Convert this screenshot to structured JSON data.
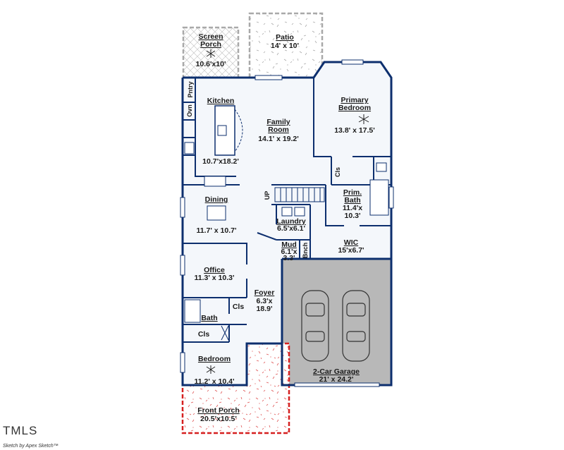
{
  "rooms": {
    "screen_porch": {
      "name_1": "Screen",
      "name_2": "Porch",
      "dims": "10.6'x10'"
    },
    "patio": {
      "name": "Patio",
      "dims": "14' x 10'"
    },
    "kitchen": {
      "name": "Kitchen",
      "dims": "10.7'x18.2'"
    },
    "pantry": {
      "name": "Pntry"
    },
    "oven": {
      "name": "Ovn"
    },
    "family_room": {
      "name_1": "Family",
      "name_2": "Room",
      "dims": "14.1' x 19.2'"
    },
    "primary_bedroom": {
      "name_1": "Primary",
      "name_2": "Bedroom",
      "dims": "13.8' x 17.5'"
    },
    "primary_closet": {
      "name": "Cls"
    },
    "primary_bath": {
      "name_1": "Prim.",
      "name_2": "Bath",
      "dims_1": "11.4'x",
      "dims_2": "10.3'"
    },
    "dining": {
      "name": "Dining",
      "dims": "11.7' x 10.7'"
    },
    "laundry": {
      "name": "Laundry",
      "dims": "6.5'x6.1'"
    },
    "mud": {
      "name": "Mud",
      "dims_1": "6.1'x",
      "dims_2": "3.3'"
    },
    "bench": {
      "name": "Bnch"
    },
    "wic": {
      "name": "WIC",
      "dims": "15'x6.7'"
    },
    "office": {
      "name": "Office",
      "dims": "11.3' x 10.3'"
    },
    "foyer": {
      "name": "Foyer",
      "dims_1": "6.3'x",
      "dims_2": "18.9'"
    },
    "hall_closet": {
      "name": "Cls"
    },
    "bath": {
      "name": "Bath"
    },
    "bedroom_closet": {
      "name": "Cls"
    },
    "bedroom": {
      "name": "Bedroom",
      "dims": "11.2' x 10.4'"
    },
    "garage": {
      "name": "2-Car Garage",
      "dims": "21' x 24.2'"
    },
    "front_porch": {
      "name": "Front Porch",
      "dims": "20.5'x10.5'"
    }
  },
  "stairs_label": "UP",
  "watermark": {
    "logo": "TMLS",
    "credit": "Sketch by Apex Sketch™"
  },
  "colors": {
    "wall": "#0d2f6e",
    "floor": "#f4f7fb",
    "garage": "#b8b8b8",
    "porch_dash": "#d62020",
    "outdoor_dash": "#a9a9a9"
  }
}
